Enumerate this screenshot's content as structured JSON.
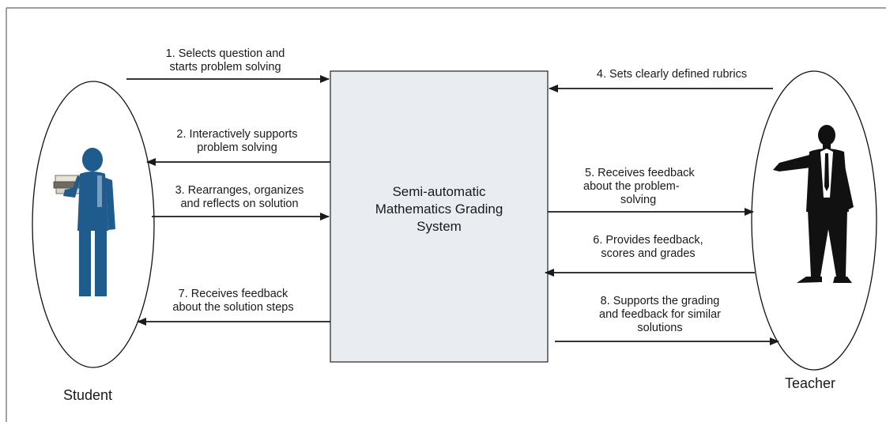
{
  "actors": {
    "student": "Student",
    "teacher": "Teacher"
  },
  "system": {
    "line1": "Semi-automatic",
    "line2": "Mathematics Grading",
    "line3": "System"
  },
  "flows": [
    {
      "line1": "1. Selects question and",
      "line2": "starts problem solving"
    },
    {
      "line1": "2. Interactively supports",
      "line2": "problem solving"
    },
    {
      "line1": "3. Rearranges, organizes",
      "line2": "and reflects on solution"
    },
    {
      "line1": "4. Sets clearly defined rubrics"
    },
    {
      "line1": "5. Receives feedback",
      "line2": "about the problem-",
      "line3": "solving"
    },
    {
      "line1": "6. Provides feedback,",
      "line2": "scores and grades"
    },
    {
      "line1": "7. Receives feedback",
      "line2": "about the  solution steps"
    },
    {
      "line1": "8. Supports the grading",
      "line2": "and feedback for similar",
      "line3": "solutions"
    }
  ],
  "colors": {
    "student_figure": "#1f5b8c",
    "teacher_figure": "#1a1a1a",
    "system_fill": "#e9edf2",
    "line": "#1a1a1a"
  },
  "icons": [
    "student-figure-icon",
    "teacher-figure-icon"
  ]
}
